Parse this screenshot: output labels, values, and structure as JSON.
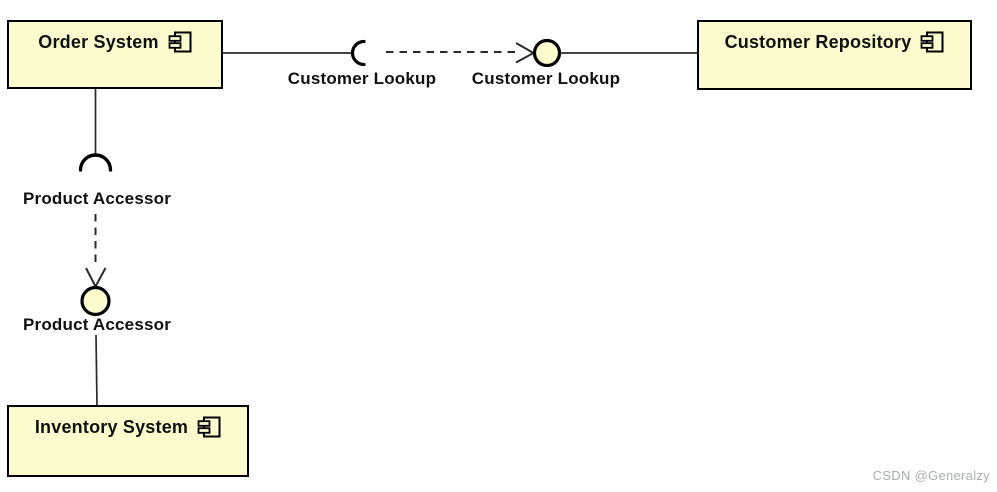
{
  "diagram": {
    "type": "uml-component-diagram",
    "components": [
      {
        "name": "Order System"
      },
      {
        "name": "Customer Repository"
      },
      {
        "name": "Inventory System"
      }
    ],
    "interfaces": [
      {
        "name": "Customer Lookup",
        "required_label": "Customer Lookup",
        "provided_label": "Customer Lookup",
        "from": "Order System",
        "to": "Customer Repository"
      },
      {
        "name": "Product Accessor",
        "required_label": "Product Accessor",
        "provided_label": "Product Accessor",
        "from": "Order System",
        "to": "Inventory System"
      }
    ]
  },
  "watermark": "CSDN @Generalzy",
  "colors": {
    "component_fill": "#FCFCCE",
    "component_border": "#000000",
    "connector": "#2b2b2b",
    "label_text": "#111111",
    "watermark_text": "#A9ACB0",
    "background": "#FFFFFF"
  }
}
